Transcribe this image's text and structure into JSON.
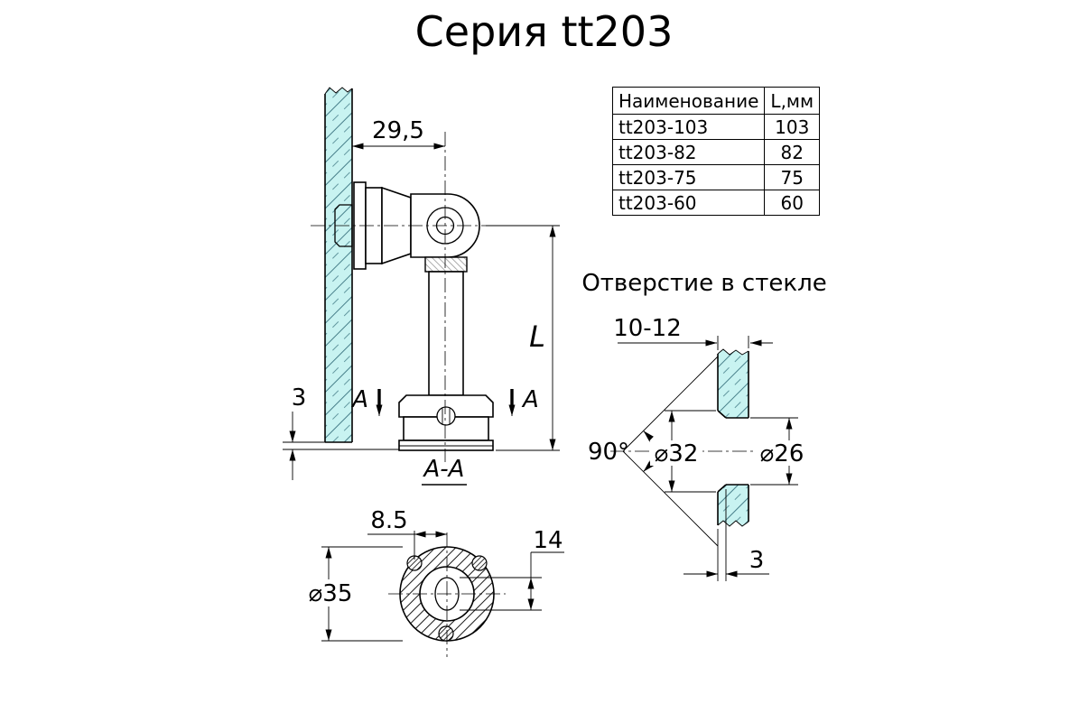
{
  "title": "Серия tt203",
  "table": {
    "headers": [
      "Наименование",
      "L,мм"
    ],
    "rows": [
      {
        "name": "tt203-103",
        "value": "103"
      },
      {
        "name": "tt203-82",
        "value": "82"
      },
      {
        "name": "tt203-75",
        "value": "75"
      },
      {
        "name": "tt203-60",
        "value": "60"
      }
    ]
  },
  "main_view": {
    "dim_width": "29,5",
    "dim_length": "L",
    "dim_offset": "3",
    "section_letter": "A"
  },
  "section_view": {
    "label": "A-A",
    "dim_screw_offset": "8.5",
    "dim_outer_diameter": "⌀35",
    "dim_slot_width": "14"
  },
  "hole_view": {
    "title": "Отверстие в стекле",
    "dim_glass_thickness": "10-12",
    "dim_angle": "90°",
    "dim_outer_diameter": "⌀32",
    "dim_inner_diameter": "⌀26",
    "dim_countersink_depth": "3"
  },
  "colors": {
    "glass_fill": "#c8f3f1",
    "glass_hatch_line": "#477f8a",
    "line": "#000000"
  }
}
